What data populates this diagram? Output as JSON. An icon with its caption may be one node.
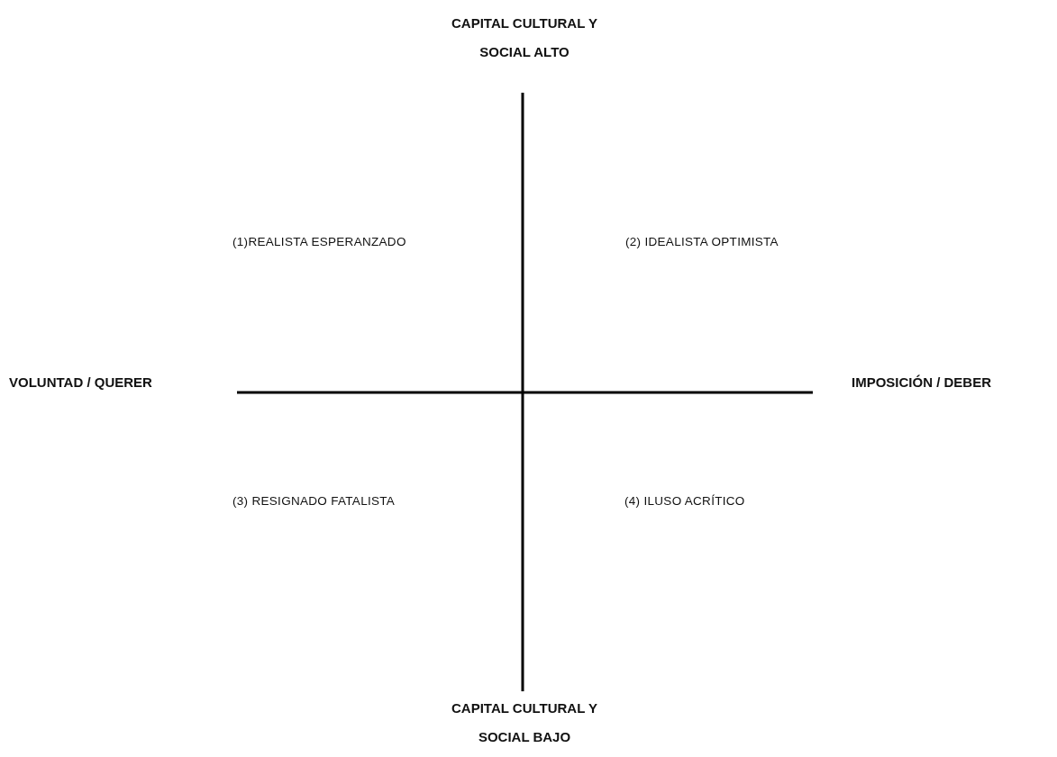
{
  "diagram": {
    "labels": [
      "CAPITAL CULTURAL Y SOCIAL ALTO",
      "(1)REALISTA ESPERANZADO",
      "(2) IDEALISTA OPTIMISTA",
      "VOLUNTAD / QUERER",
      "IMPOSICIÓN / DEBER",
      "(3) RESIGNADO FATALISTA",
      "(4) ILUSO ACRÍTICO",
      "CAPITAL CULTURAL Y SOCIAL BAJO"
    ]
  }
}
